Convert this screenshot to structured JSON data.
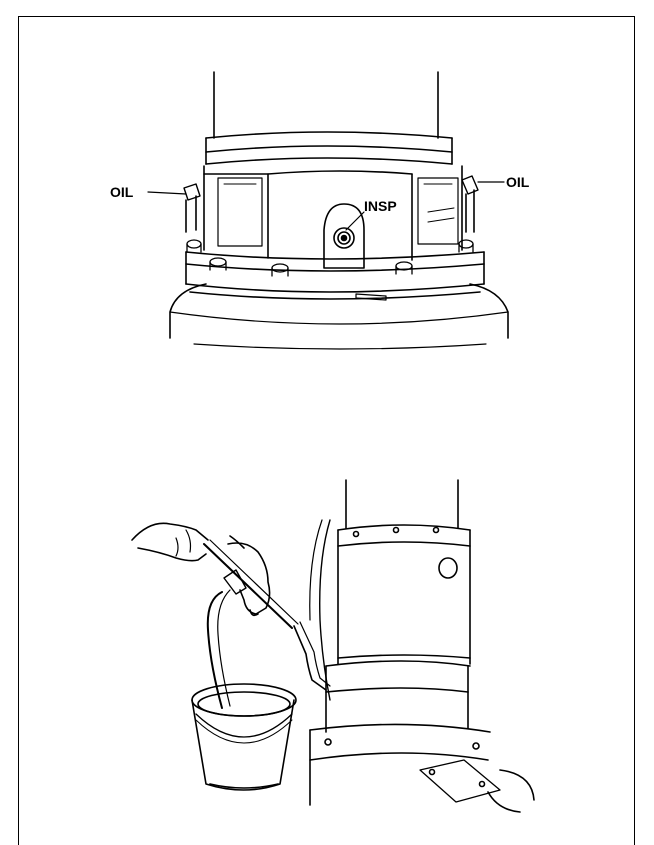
{
  "figure_top": {
    "labels": {
      "oil_left": "OIL",
      "oil_right": "OIL",
      "inspection": "INSP"
    }
  },
  "figure_bottom": {}
}
